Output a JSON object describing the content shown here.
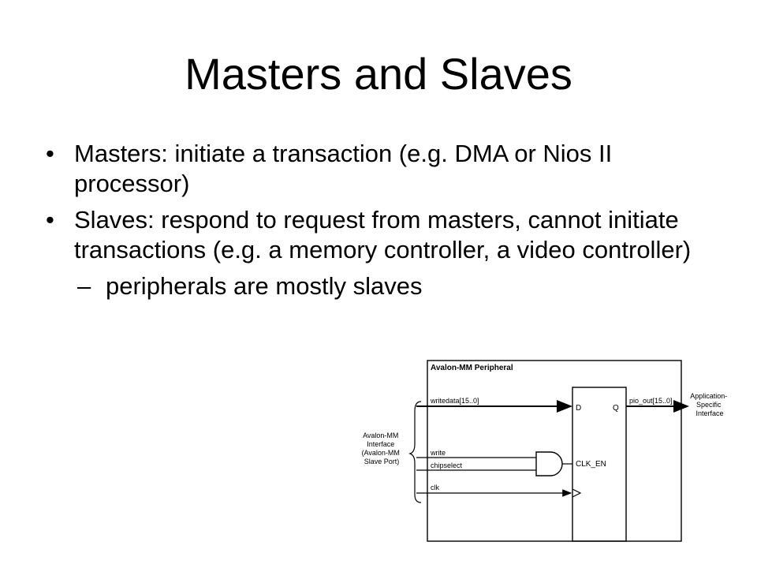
{
  "slide": {
    "title": "Masters and Slaves",
    "bullets": [
      {
        "text": "Masters: initiate a transaction (e.g. DMA or Nios II processor)"
      },
      {
        "text": "Slaves: respond to request from masters, cannot initiate transactions (e.g. a memory controller, a video controller)"
      }
    ],
    "sub_bullets": [
      {
        "text": "peripherals are mostly slaves"
      }
    ],
    "bullet_symbol": "•",
    "sub_bullet_symbol": "–"
  },
  "diagram": {
    "box_title": "Avalon-MM Peripheral",
    "interface_label": [
      "Avalon-MM",
      "Interface",
      "(Avalon-MM",
      "Slave Port)"
    ],
    "signals": {
      "writedata": "writedata[15..0]",
      "write": "write",
      "chipselect": "chipselect",
      "clk": "clk",
      "pio_out": "pio_out[15..0]"
    },
    "register_pins": {
      "d": "D",
      "q": "Q",
      "clk_en": "CLK_EN"
    },
    "output_label": [
      "Application-",
      "Specific",
      "Interface"
    ]
  }
}
